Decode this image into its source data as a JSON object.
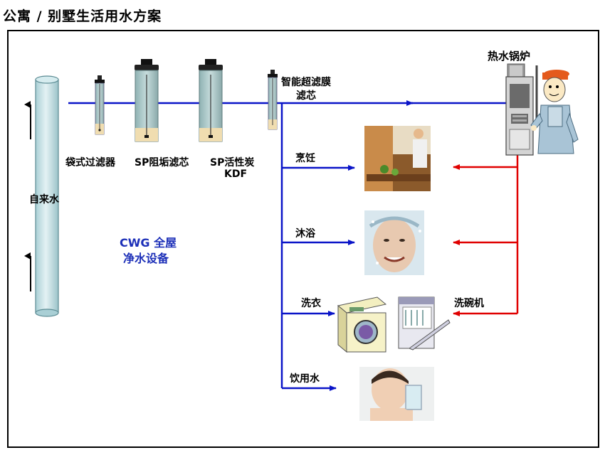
{
  "title": "公寓 / 别墅生活用水方案",
  "source_label": "自来水",
  "filters": [
    {
      "label": "袋式过滤器"
    },
    {
      "label": "SP阻垢滤芯"
    },
    {
      "label": "SP活性炭",
      "label2": "KDF"
    },
    {
      "label": "智能超滤膜",
      "label2": "滤芯"
    }
  ],
  "equipment_label_line1": "CWG  全屋",
  "equipment_label_line2": "净水设备",
  "boiler_label": "热水锅炉",
  "uses": [
    {
      "label": "烹饪"
    },
    {
      "label": "沐浴"
    },
    {
      "label": "洗衣"
    },
    {
      "label": "饮用水"
    }
  ],
  "dishwasher_label": "洗碗机",
  "colors": {
    "cold_water": "#0a14c8",
    "hot_water": "#e00000",
    "accent_text": "#1c2fb8"
  }
}
